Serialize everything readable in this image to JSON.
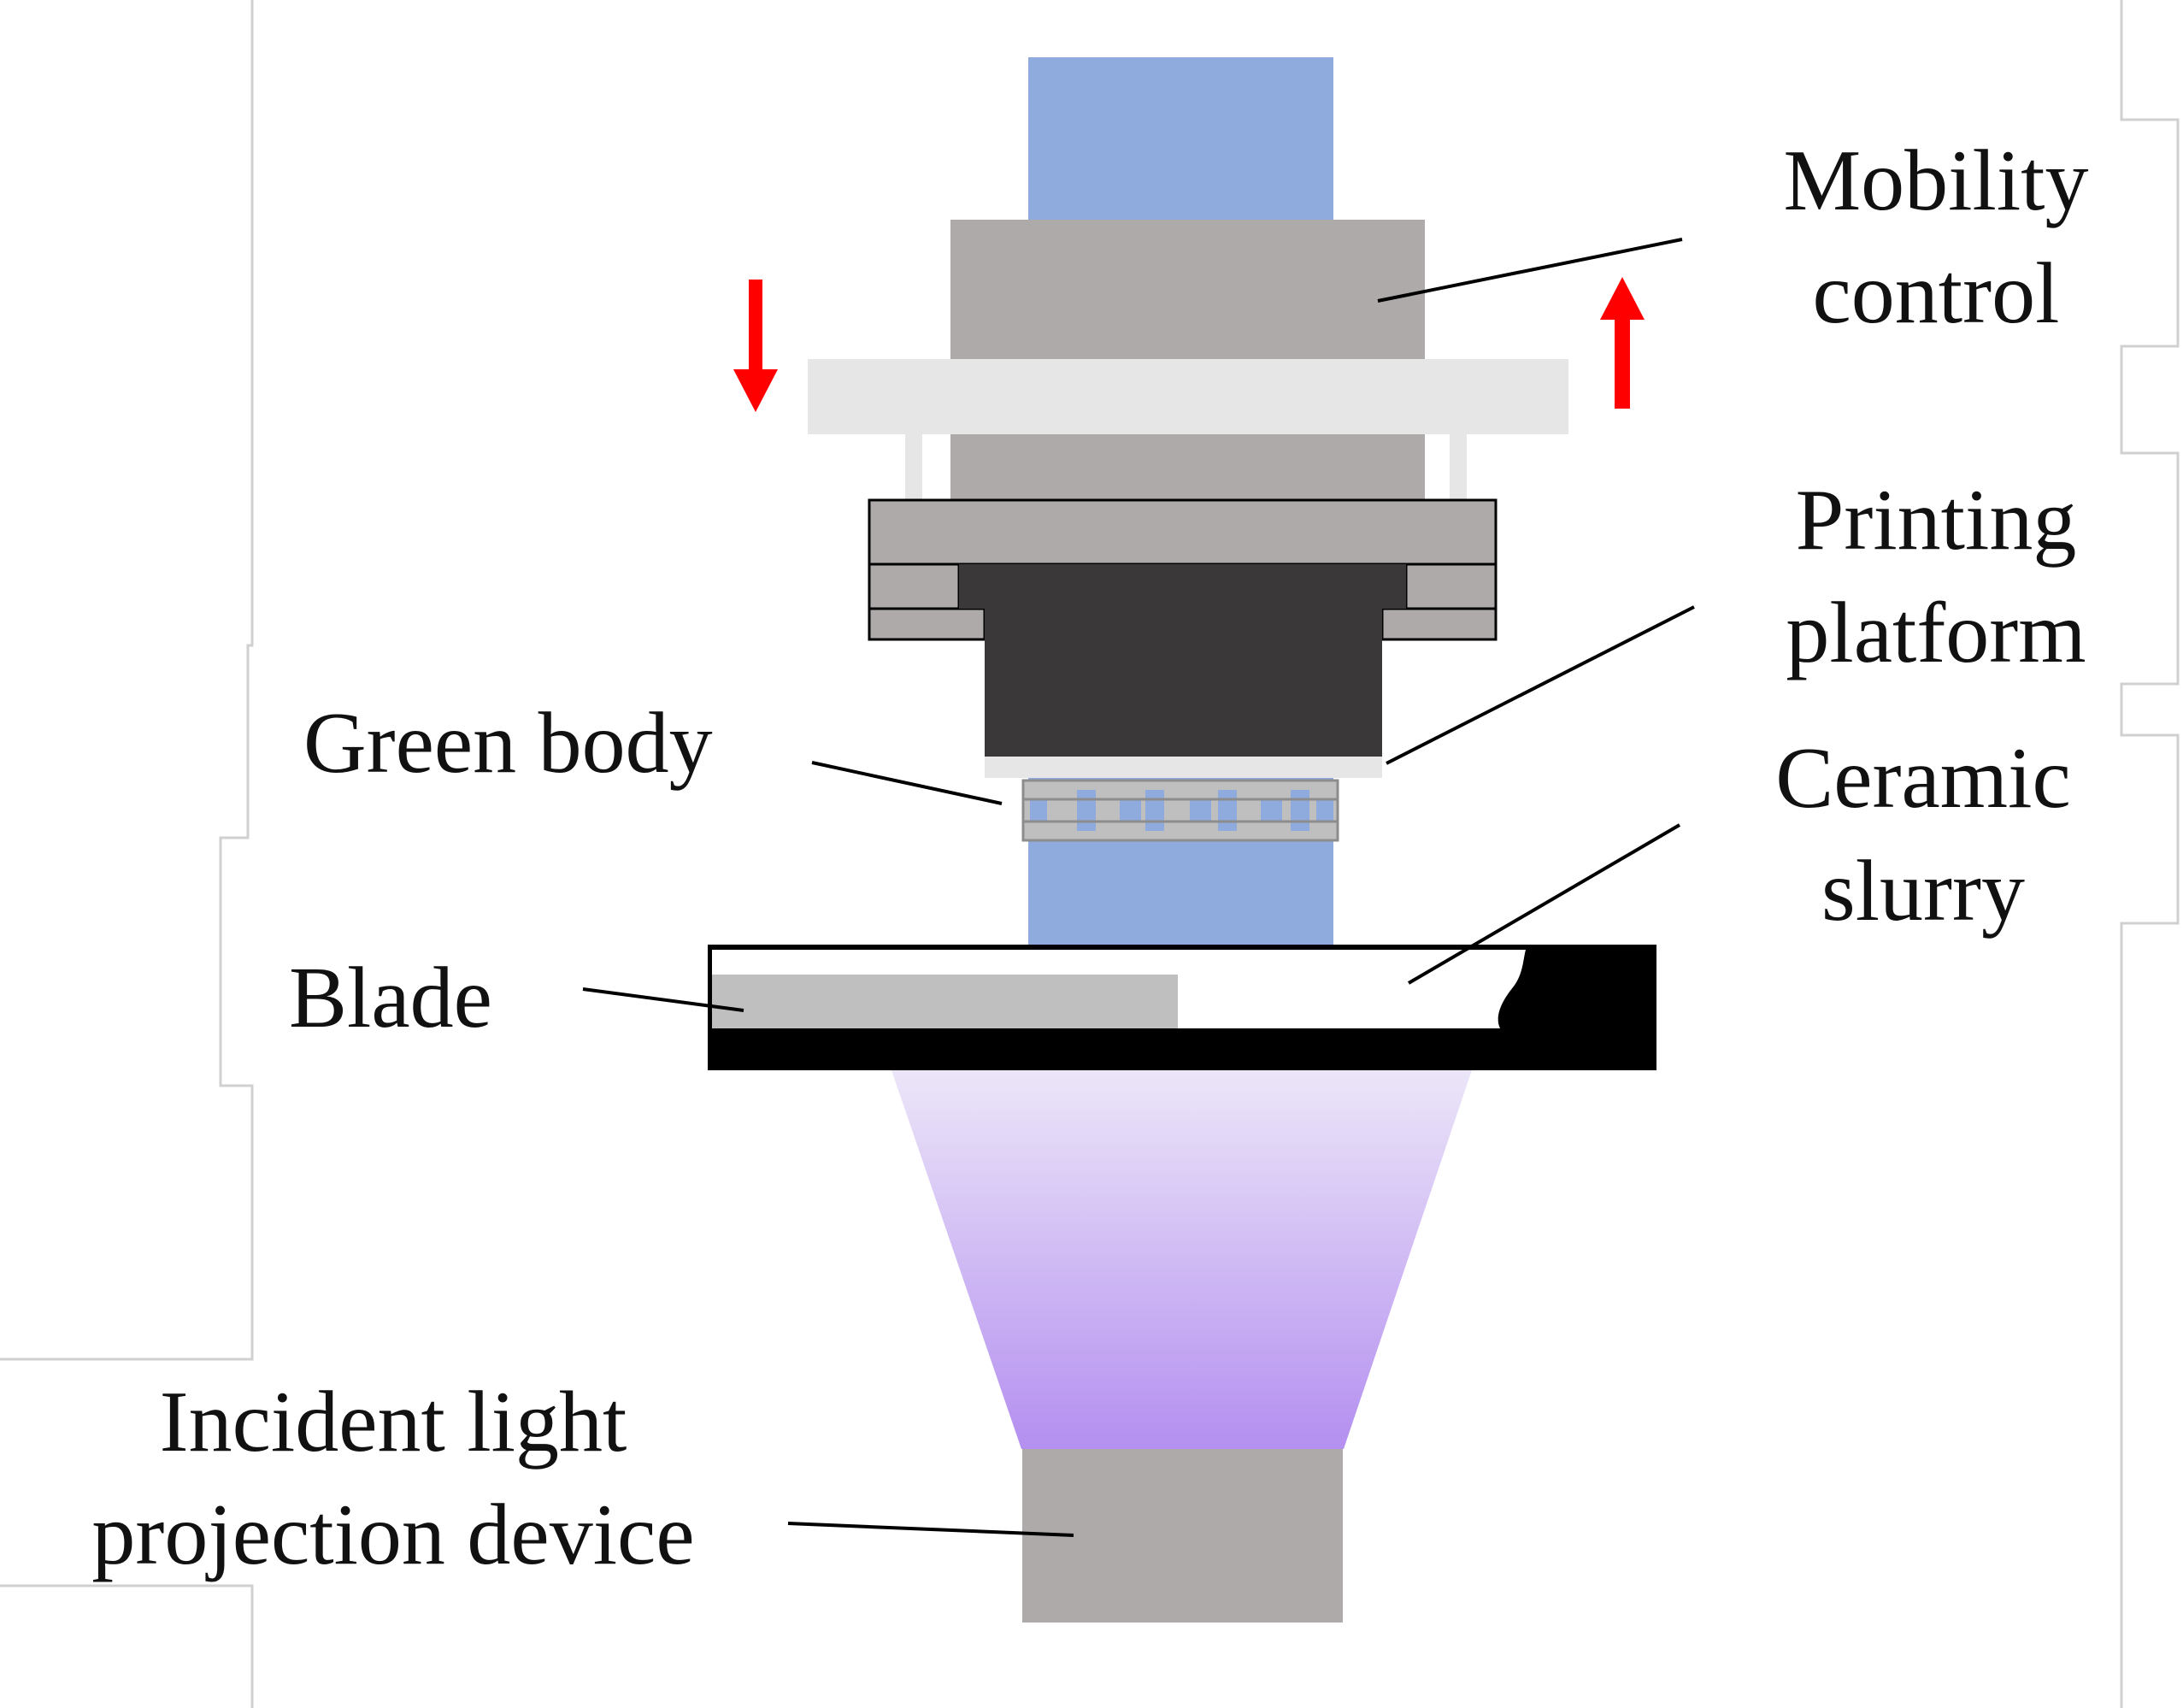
{
  "labels": {
    "mobility_control": [
      "Mobility",
      "control"
    ],
    "printing_platform": [
      "Printing",
      "platform"
    ],
    "green_body": "Green body",
    "ceramic_slurry": [
      "Ceramic",
      "slurry"
    ],
    "blade": "Blade",
    "incident_light": [
      "Incident light",
      "projection device"
    ]
  },
  "colors": {
    "light_beam": "#8faadc",
    "gray_part": "#aeaaaa",
    "light_gray": "#e7e6e6",
    "dark_part": "#3a3838",
    "arrow": "#ff0000",
    "uv_top": "#ece6f8",
    "uv_bottom": "#b48ff0",
    "slurry_vat": "#000000",
    "blade": "#bfbfbf"
  },
  "arrows": [
    "down-arrow",
    "up-arrow"
  ]
}
